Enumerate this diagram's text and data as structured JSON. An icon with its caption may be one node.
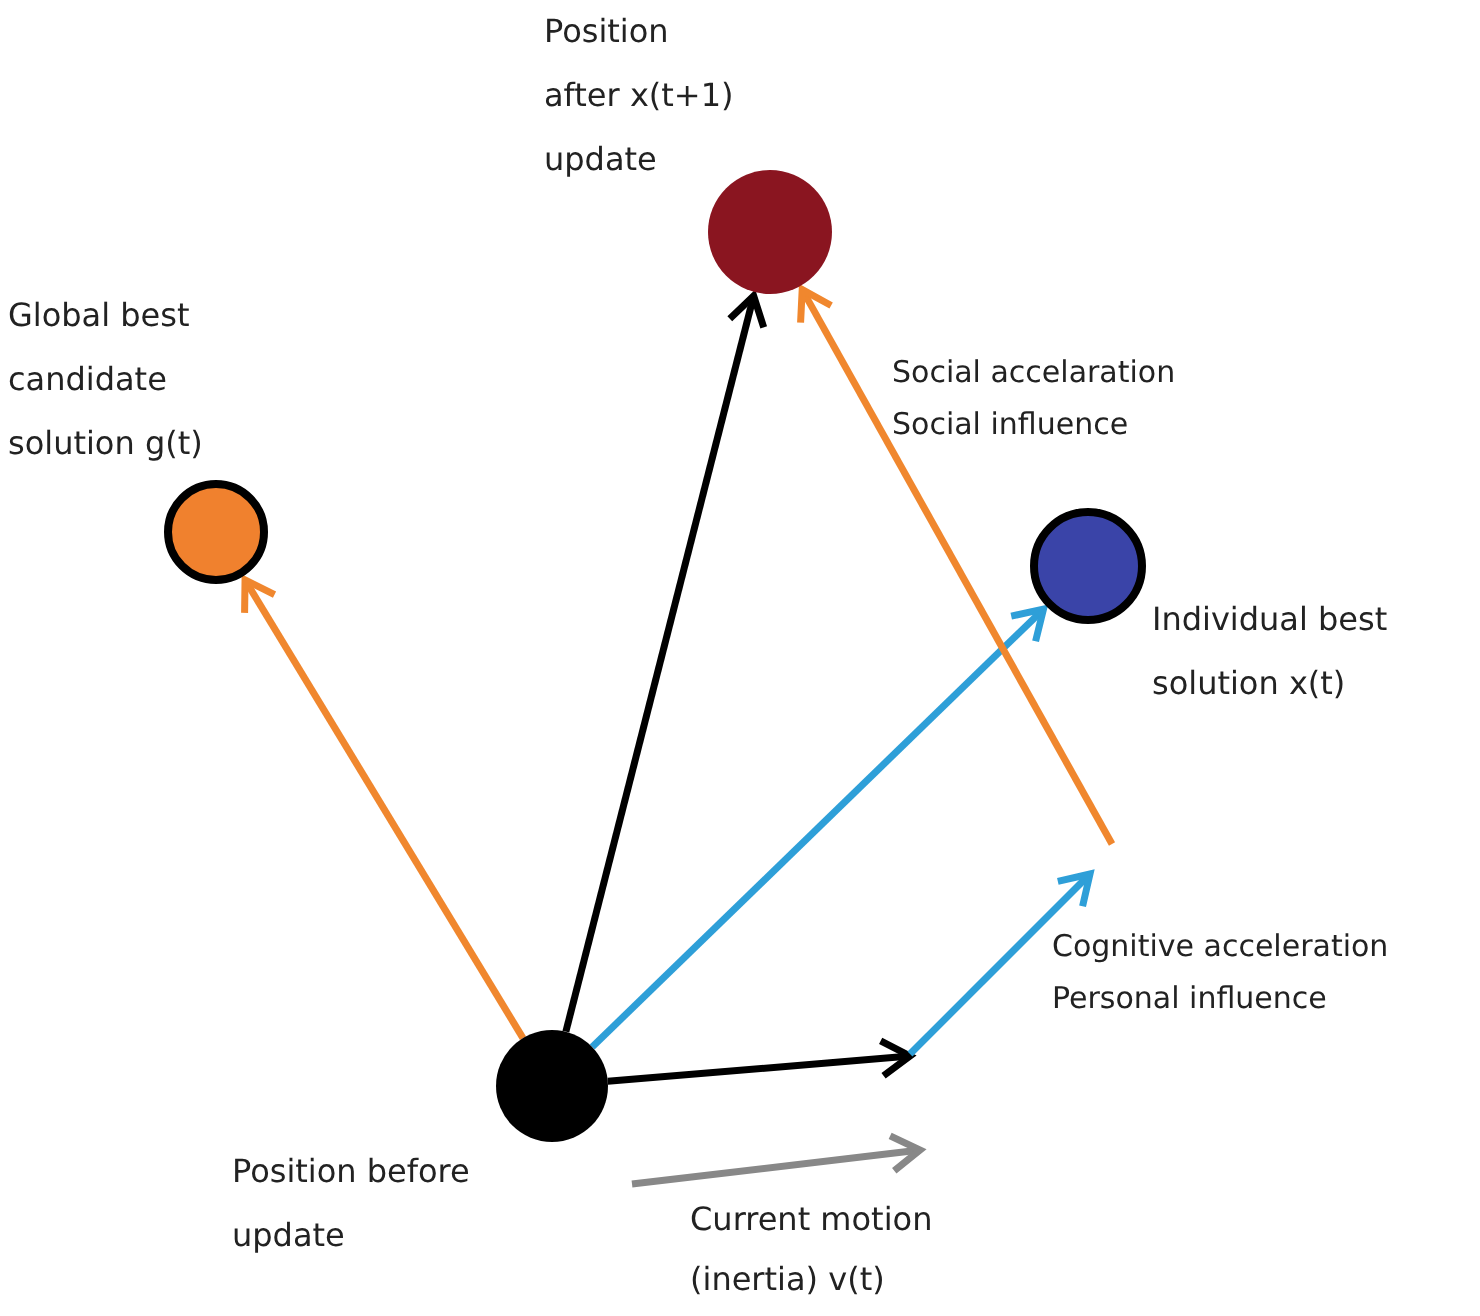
{
  "diagram": {
    "nodes": [
      {
        "text": [
          "Position before update"
        ]
      },
      {
        "text": [
          "Global best candidate solution g(t)"
        ]
      },
      {
        "text": [
          "Position after x(t+1) update"
        ]
      },
      {
        "text": [
          "Individual best solution x(t)"
        ]
      }
    ],
    "edges": [
      {
        "from": 0,
        "to": 1,
        "arrow": "to",
        "color": "#f0872e"
      },
      {
        "from": 0,
        "to": 2,
        "arrow": "to",
        "color": "#000000"
      },
      {
        "from": 0,
        "to": 3,
        "arrow": "to",
        "color": "#2e9fd8"
      },
      {
        "from": 0,
        "to": null,
        "arrow": "to",
        "color": "#000000"
      },
      {
        "from": null,
        "to": 2,
        "arrow": "to",
        "color": "#f0872e"
      }
    ],
    "labels": [
      "Social accelaration",
      "Social influence",
      "Cognitive acceleration",
      "Personal influence",
      "Current motion (inertia) v(t)"
    ]
  }
}
